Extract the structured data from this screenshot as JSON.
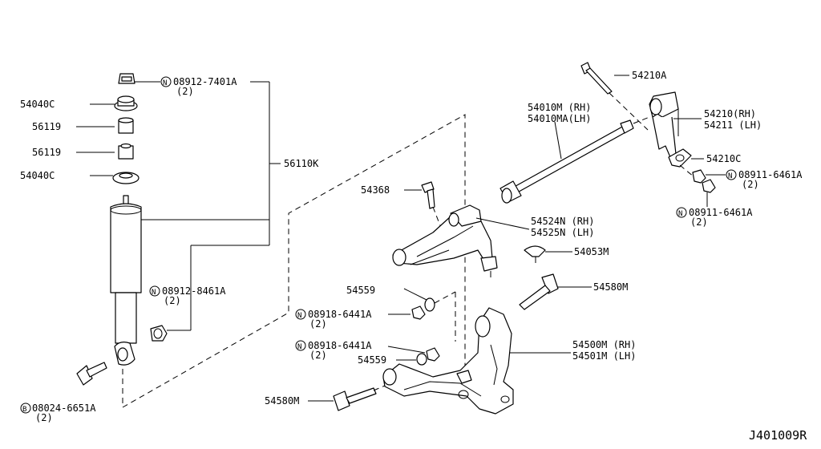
{
  "diagram_id": "J401009R",
  "parts": {
    "p08912_7401A": {
      "number": "08912-7401A",
      "prefix": "N",
      "qty": "(2)"
    },
    "p54040C_top": {
      "number": "54040C"
    },
    "p56119_top": {
      "number": "56119"
    },
    "p56119_bottom": {
      "number": "56119"
    },
    "p54040C_bottom": {
      "number": "54040C"
    },
    "p56110K": {
      "number": "56110K"
    },
    "p08912_8461A": {
      "number": "08912-8461A",
      "prefix": "N",
      "qty": "(2)"
    },
    "p08024_6651A": {
      "number": "08024-6651A",
      "prefix": "B",
      "qty": "(2)"
    },
    "p54210A": {
      "number": "54210A"
    },
    "p54010M": {
      "number": "54010M (RH)",
      "number2": "54010MA(LH)"
    },
    "p54210": {
      "number": "54210(RH)",
      "number2": "54211 (LH)"
    },
    "p54210C": {
      "number": "54210C"
    },
    "p08911_6461A_a": {
      "number": "08911-6461A",
      "prefix": "N",
      "qty": "(2)"
    },
    "p08911_6461A_b": {
      "number": "08911-6461A",
      "prefix": "N",
      "qty": "(2)"
    },
    "p54368": {
      "number": "54368"
    },
    "p54524N": {
      "number": "54524N (RH)",
      "number2": "54525N (LH)"
    },
    "p54053M": {
      "number": "54053M"
    },
    "p54559_top": {
      "number": "54559"
    },
    "p08918_6441A_top": {
      "number": "08918-6441A",
      "prefix": "N",
      "qty": "(2)"
    },
    "p54580M_top": {
      "number": "54580M"
    },
    "p54500M": {
      "number": "54500M (RH)",
      "number2": "54501M (LH)"
    },
    "p08918_6441A_bottom": {
      "number": "08918-6441A",
      "prefix": "N",
      "qty": "(2)"
    },
    "p54559_bottom": {
      "number": "54559"
    },
    "p54580M_bottom": {
      "number": "54580M"
    }
  }
}
